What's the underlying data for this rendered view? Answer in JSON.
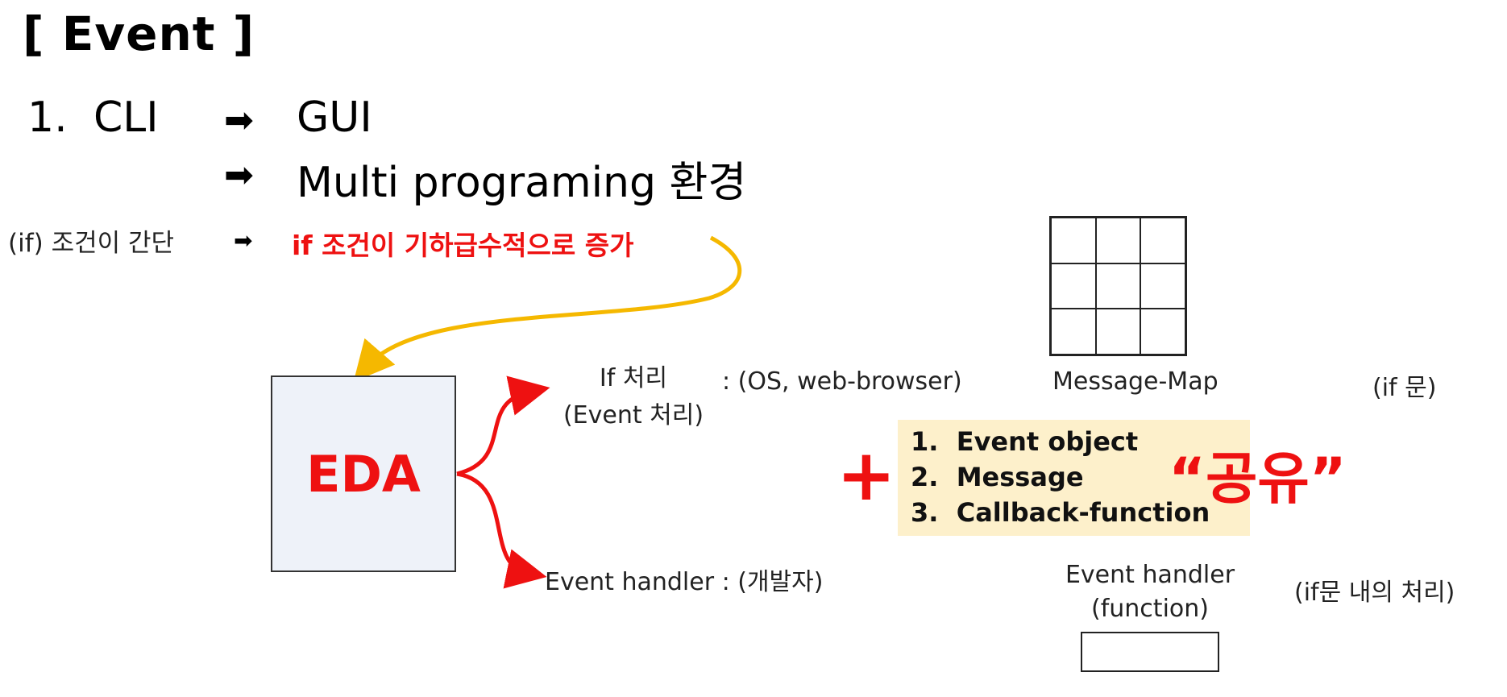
{
  "slide": {
    "title": "[ Event ]",
    "line1": {
      "number": "1.",
      "from": "CLI",
      "arrow": "➡",
      "to": "GUI"
    },
    "line2": {
      "arrow": "➡",
      "to": "Multi programing 환경"
    },
    "condition": {
      "left": "(if) 조건이 간단",
      "arrow": "➡",
      "right": "if 조건이 기하급수적으로 증가"
    }
  },
  "diagram": {
    "eda_label": "EDA",
    "if_handling": {
      "line1": "If 처리",
      "line2": "(Event 처리)",
      "note": ": (OS, web-browser)"
    },
    "event_handler_dev": "Event handler : (개발자)",
    "message_map_label": "Message-Map",
    "if_statement": "(if 문)",
    "plus": "+",
    "shared_items": [
      {
        "num": "1.",
        "text": "Event object"
      },
      {
        "num": "2.",
        "text": "Message"
      },
      {
        "num": "3.",
        "text": "Callback-function"
      }
    ],
    "shared_word": "“공유”",
    "event_handler_fn": {
      "line1": "Event handler",
      "line2": "(function)"
    },
    "inside_if": "(if문 내의 처리)"
  },
  "colors": {
    "accent_red": "#ee1111",
    "curve_yellow": "#f5b800",
    "box_fill": "#eef2f9",
    "share_fill": "#fdf0cb"
  }
}
